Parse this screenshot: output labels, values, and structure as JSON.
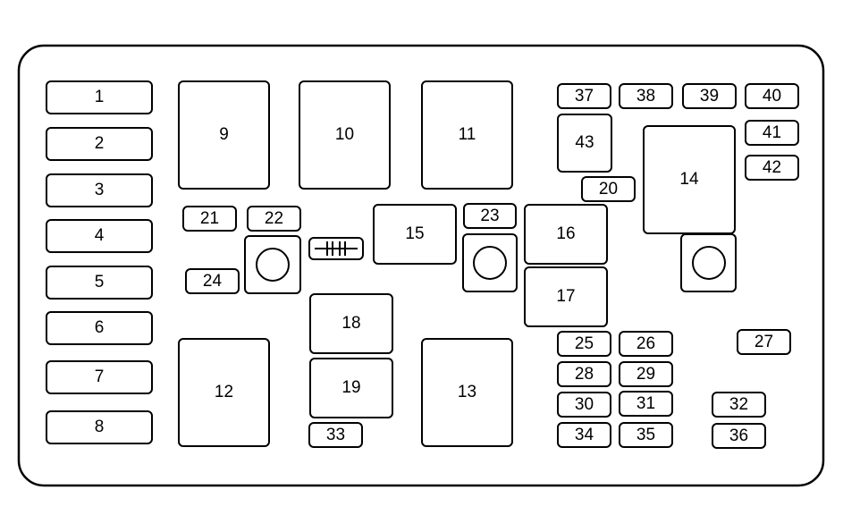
{
  "diagram": {
    "panel_outline_color": "#000000",
    "labels": {
      "f1": "1",
      "f2": "2",
      "f3": "3",
      "f4": "4",
      "f5": "5",
      "f6": "6",
      "f7": "7",
      "f8": "8",
      "f9": "9",
      "f10": "10",
      "f11": "11",
      "f12": "12",
      "f13": "13",
      "f14": "14",
      "f15": "15",
      "f16": "16",
      "f17": "17",
      "f18": "18",
      "f19": "19",
      "f20": "20",
      "f21": "21",
      "f22": "22",
      "f23": "23",
      "f24": "24",
      "f25": "25",
      "f26": "26",
      "f27": "27",
      "f28": "28",
      "f29": "29",
      "f30": "30",
      "f31": "31",
      "f32": "32",
      "f33": "33",
      "f34": "34",
      "f35": "35",
      "f36": "36",
      "f37": "37",
      "f38": "38",
      "f39": "39",
      "f40": "40",
      "f41": "41",
      "f42": "42",
      "f43": "43"
    }
  }
}
